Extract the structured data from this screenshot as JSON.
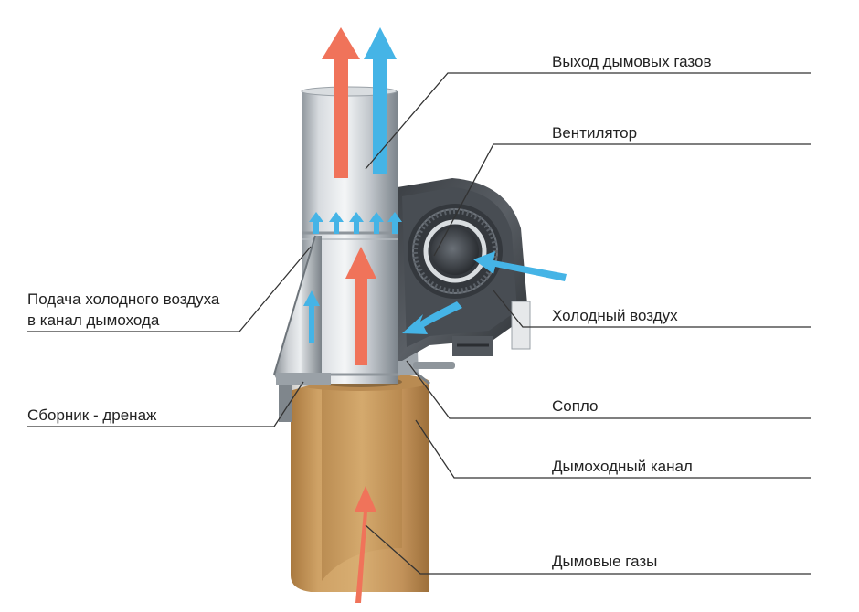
{
  "labels": {
    "flue_outlet": "Выход дымовых газов",
    "fan": "Вентилятор",
    "cold_air_supply_line1": "Подача холодного воздуха",
    "cold_air_supply_line2": "в канал дымохода",
    "cold_air": "Холодный воздух",
    "drain_collector": "Сборник - дренаж",
    "nozzle": "Сопло",
    "chimney_channel": "Дымоходный канал",
    "flue_gases": "Дымовые газы"
  },
  "colors": {
    "hot_arrow": "#f0735a",
    "cold_arrow": "#45b4e6",
    "brick": "#c99a5c",
    "steel": "#c8ccd0",
    "leader": "#333333"
  }
}
